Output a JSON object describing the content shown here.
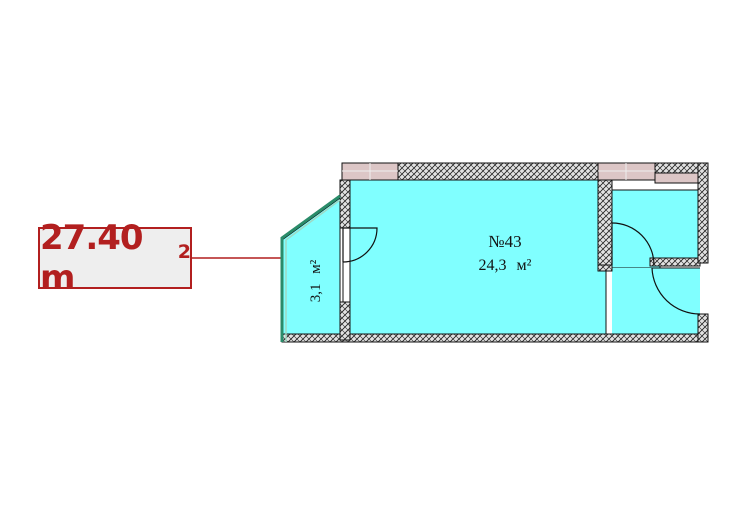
{
  "area_badge": {
    "value": "27.40 m",
    "superscript": "2"
  },
  "rooms": {
    "main": {
      "number": "№43",
      "area": "24,3",
      "unit": "м²"
    },
    "balcony": {
      "area": "3,1",
      "unit": "м²"
    }
  },
  "colors": {
    "accent": "#b21f1f",
    "floor": "#80ffff",
    "wall": "#111111",
    "wall_hatch": "#d4d4d4",
    "window": "#dcc6c6",
    "badge_bg": "#eeeeee"
  }
}
